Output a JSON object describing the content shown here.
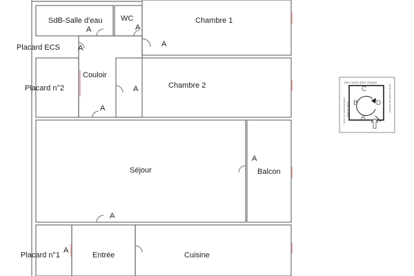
{
  "rooms": {
    "sdb": "SdB-Salle d'eau",
    "wc": "WC",
    "chambre1": "Chambre 1",
    "placard_ecs": "Placard ECS",
    "couloir": "Couloir",
    "placard2": "Placard n°2",
    "chambre2": "Chambre 2",
    "sejour": "Séjour",
    "balcon": "Balcon",
    "placard1": "Placard n°1",
    "entree": "Entrée",
    "cuisine": "Cuisine"
  },
  "door_marker": "A",
  "legend": {
    "top": "des zones dans chaque",
    "left": "Sens de numérotation",
    "left2": "dans le sens",
    "right": "local à partir de l'entrée",
    "A": "A",
    "B": "B",
    "C": "C",
    "D": "D"
  },
  "colors": {
    "wall": "#6e6e6e",
    "window": "#d98a8a",
    "text": "#1a1a1a"
  }
}
